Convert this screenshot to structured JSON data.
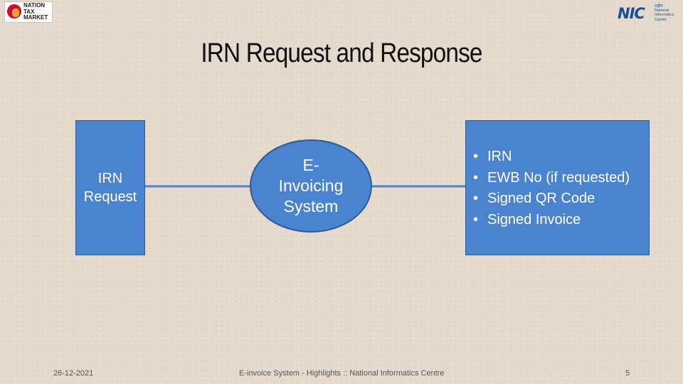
{
  "header": {
    "logo_left": {
      "lines": [
        "NATION",
        "TAX",
        "MARKET"
      ]
    },
    "logo_right": {
      "mark": "NIC",
      "sub_lines": [
        "राष्ट्रीय",
        "National",
        "Informatics",
        "Centre"
      ]
    }
  },
  "title": "IRN Request and Response",
  "diagram": {
    "request_box": {
      "lines": [
        "IRN",
        "Request"
      ]
    },
    "system": {
      "lines": [
        "E-",
        "Invoicing",
        "System"
      ]
    },
    "response_box": {
      "items": [
        "IRN",
        "EWB No (if requested)",
        "Signed QR Code",
        "Signed Invoice"
      ]
    }
  },
  "footer": {
    "date": "26-12-2021",
    "center": "E-invoice System - Highlights :: National Informatics Centre",
    "page": "5"
  },
  "colors": {
    "shape_fill": "#4a84d0",
    "shape_border": "#2f5a92",
    "background": "#e4dacd"
  }
}
